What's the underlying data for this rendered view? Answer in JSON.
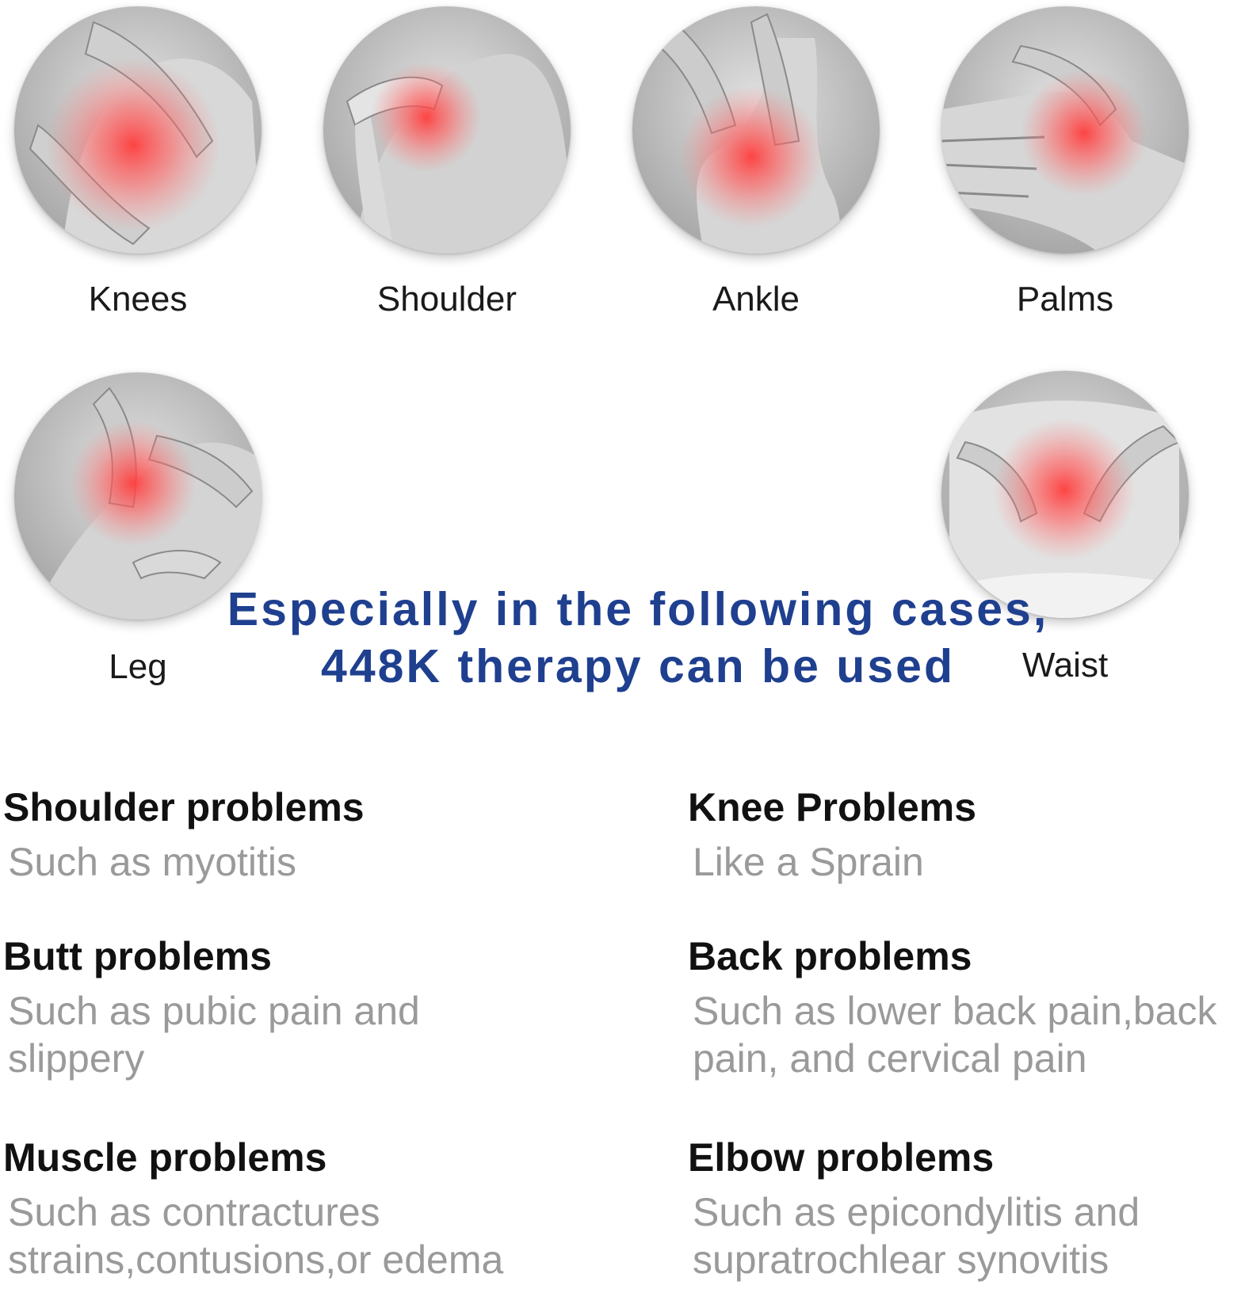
{
  "colors": {
    "headline": "#1f3f8f",
    "description": "#9a9a9a",
    "pain_glow": "#ff4a4a"
  },
  "body_parts": [
    {
      "label": "Knees",
      "icon": "knee-pain-icon"
    },
    {
      "label": "Shoulder",
      "icon": "shoulder-pain-icon"
    },
    {
      "label": "Ankle",
      "icon": "ankle-pain-icon"
    },
    {
      "label": "Palms",
      "icon": "palm-pain-icon"
    },
    {
      "label": "Leg",
      "icon": "leg-pain-icon"
    },
    {
      "label": "Waist",
      "icon": "waist-pain-icon"
    }
  ],
  "headline": {
    "line1": "Especially in the following cases,",
    "line2": "448K therapy can be used"
  },
  "problems": [
    {
      "title": "Shoulder problems",
      "desc": "Such as myotitis"
    },
    {
      "title": "Knee Problems",
      "desc": "Like a Sprain"
    },
    {
      "title": "Butt problems",
      "desc": "Such as pubic pain and slippery"
    },
    {
      "title": "Back problems",
      "desc": "Such as lower back pain,back pain, and cervical pain"
    },
    {
      "title": "Muscle problems",
      "desc": "Such as contractures strains,contusions,or edema"
    },
    {
      "title": "Elbow problems",
      "desc": "Such as epicondylitis and supratrochlear synovitis"
    }
  ]
}
